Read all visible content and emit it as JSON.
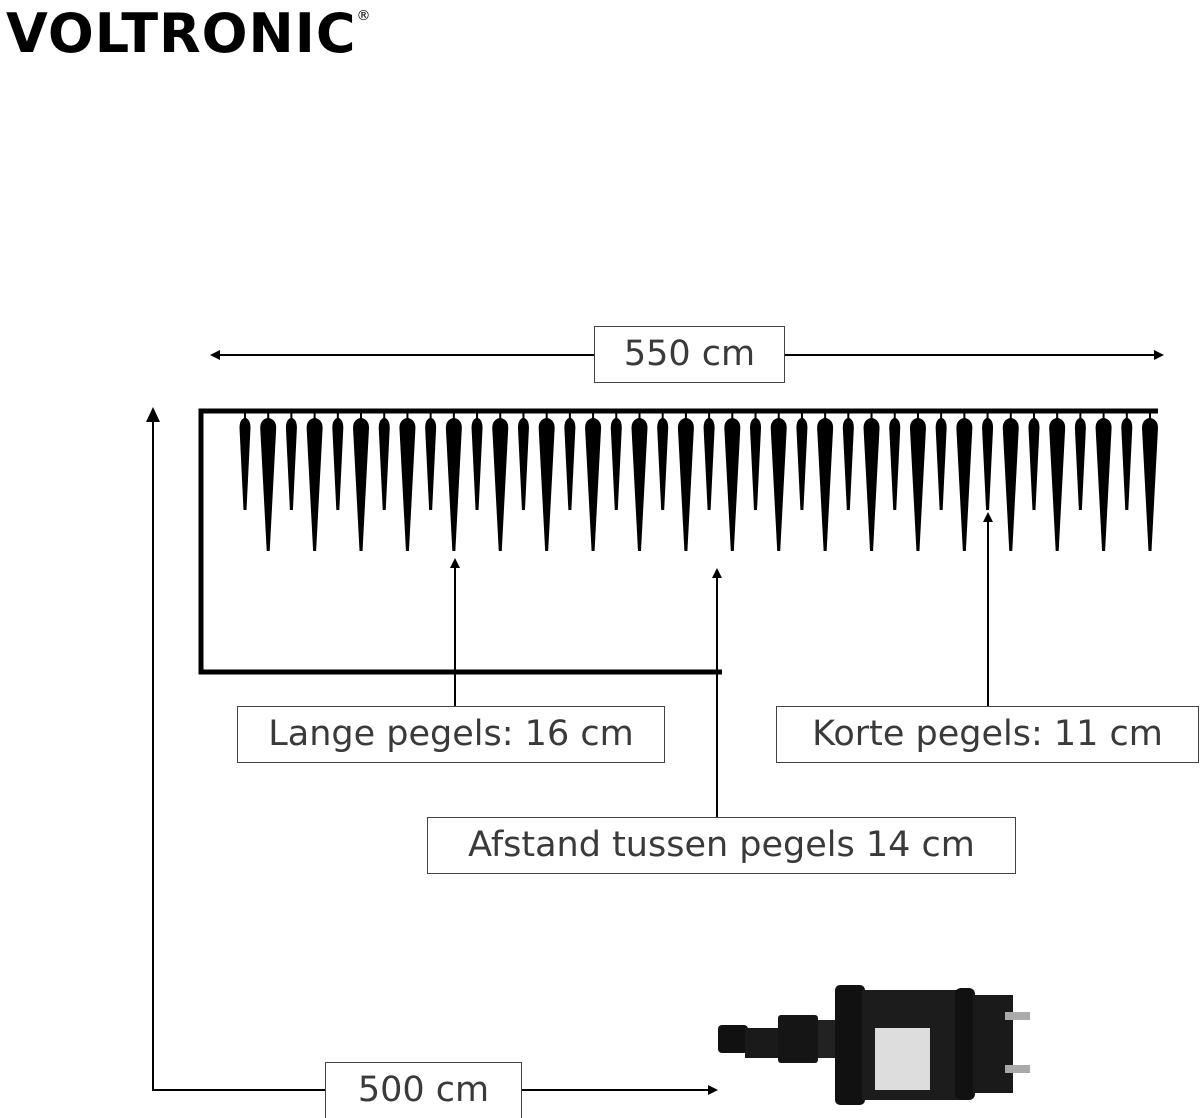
{
  "brand": {
    "name": "VOLTRONIC",
    "registered_mark": "®"
  },
  "dimensions": {
    "total_width": "550 cm",
    "lead_cable": "500 cm",
    "long_icicles": "Lange pegels: 16 cm",
    "short_icicles": "Korte pegels: 11 cm",
    "spacing": "Afstand tussen pegels 14 cm"
  },
  "icicle_count": 40,
  "colors": {
    "line": "#000000",
    "label_text": "#3a3a3a"
  }
}
